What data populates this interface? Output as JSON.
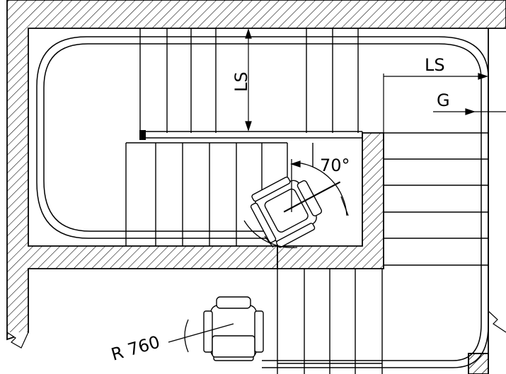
{
  "drawing": {
    "colors": {
      "line": "#000000",
      "background": "#ffffff",
      "rail_end": "#000000"
    },
    "labels": {
      "ls_vertical": "LS",
      "ls_horizontal": "LS",
      "gap": "G",
      "angle": "70°",
      "radius": "R 760"
    }
  }
}
